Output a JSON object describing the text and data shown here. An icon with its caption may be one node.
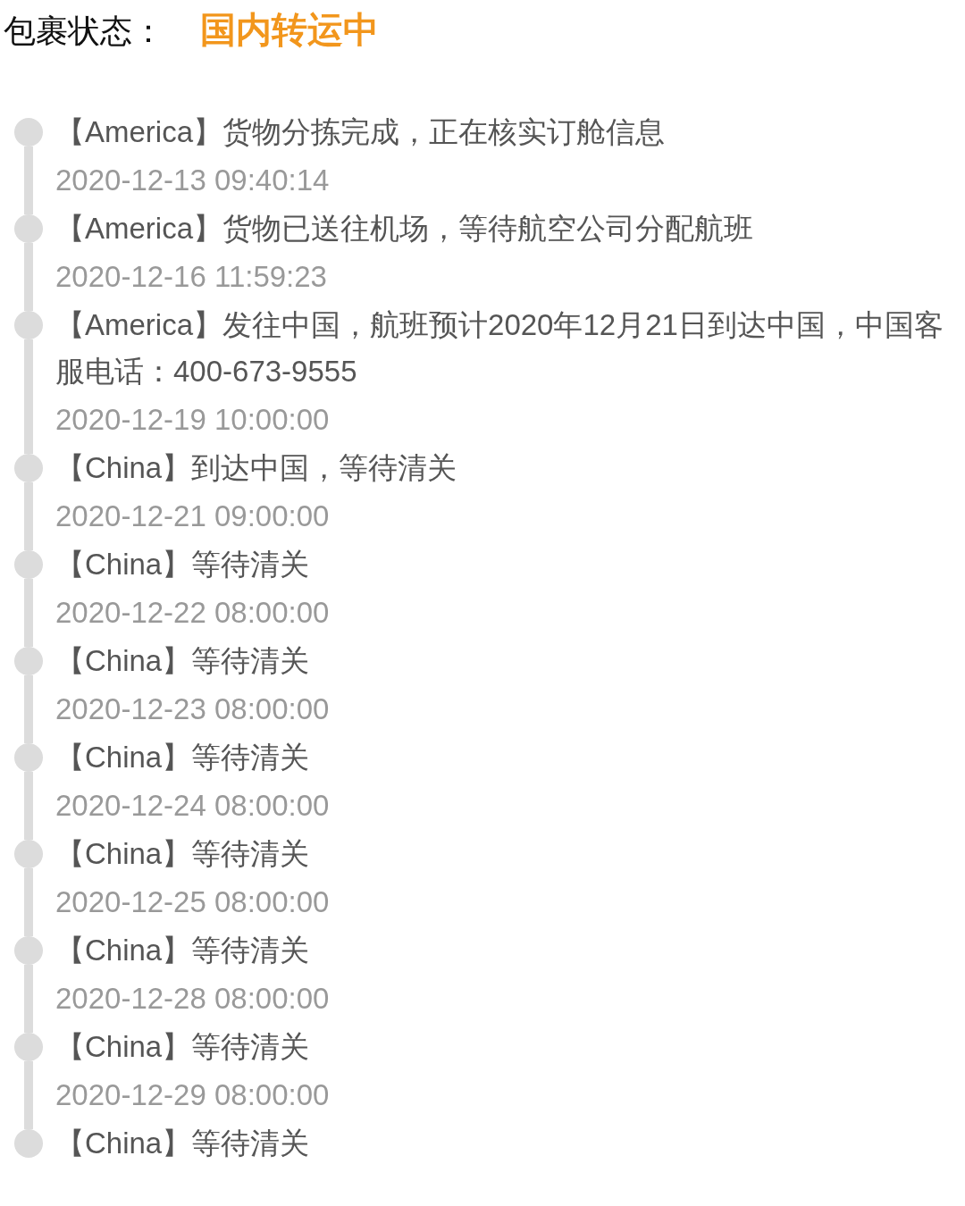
{
  "diagram": {
    "labels": [
      "包裹状态：",
      "国内转运中"
    ],
    "nodes": [
      {
        "text": [],
        "shape": "circle",
        "beside": [
          "【America】货物分拣完成，正在核实订舱信息",
          "2020-12-13 09:40:14"
        ]
      },
      {
        "text": [],
        "shape": "circle",
        "beside": [
          "【America】货物已送往机场，等待航空公司分配航班",
          "2020-12-16 11:59:23"
        ]
      },
      {
        "text": [],
        "shape": "circle",
        "beside": [
          "【America】发往中国，航班预计2020年12月21日到达中国，中国客服电话：400-673-9555",
          "2020-12-19 10:00:00"
        ]
      },
      {
        "text": [],
        "shape": "circle",
        "beside": [
          "【China】到达中国，等待清关",
          "2020-12-21 09:00:00"
        ]
      },
      {
        "text": [],
        "shape": "circle",
        "beside": [
          "【China】等待清关",
          "2020-12-22 08:00:00"
        ]
      },
      {
        "text": [],
        "shape": "circle",
        "beside": [
          "【China】等待清关",
          "2020-12-23 08:00:00"
        ]
      },
      {
        "text": [],
        "shape": "circle",
        "beside": [
          "【China】等待清关",
          "2020-12-24 08:00:00"
        ]
      },
      {
        "text": [],
        "shape": "circle",
        "beside": [
          "【China】等待清关",
          "2020-12-25 08:00:00"
        ]
      },
      {
        "text": [],
        "shape": "circle",
        "beside": [
          "【China】等待清关",
          "2020-12-28 08:00:00"
        ]
      },
      {
        "text": [],
        "shape": "circle",
        "beside": [
          "【China】等待清关",
          "2020-12-29 08:00:00"
        ]
      },
      {
        "text": [],
        "shape": "circle",
        "beside": [
          "【China】等待清关"
        ]
      }
    ],
    "edges": [
      {
        "from": 0,
        "to": 1,
        "arrow": "none"
      },
      {
        "from": 1,
        "to": 2,
        "arrow": "none"
      },
      {
        "from": 2,
        "to": 3,
        "arrow": "none"
      },
      {
        "from": 3,
        "to": 4,
        "arrow": "none"
      },
      {
        "from": 4,
        "to": 5,
        "arrow": "none"
      },
      {
        "from": 5,
        "to": 6,
        "arrow": "none"
      },
      {
        "from": 6,
        "to": 7,
        "arrow": "none"
      },
      {
        "from": 7,
        "to": 8,
        "arrow": "none"
      },
      {
        "from": 8,
        "to": 9,
        "arrow": "none"
      },
      {
        "from": 9,
        "to": 10,
        "arrow": "none"
      }
    ]
  }
}
